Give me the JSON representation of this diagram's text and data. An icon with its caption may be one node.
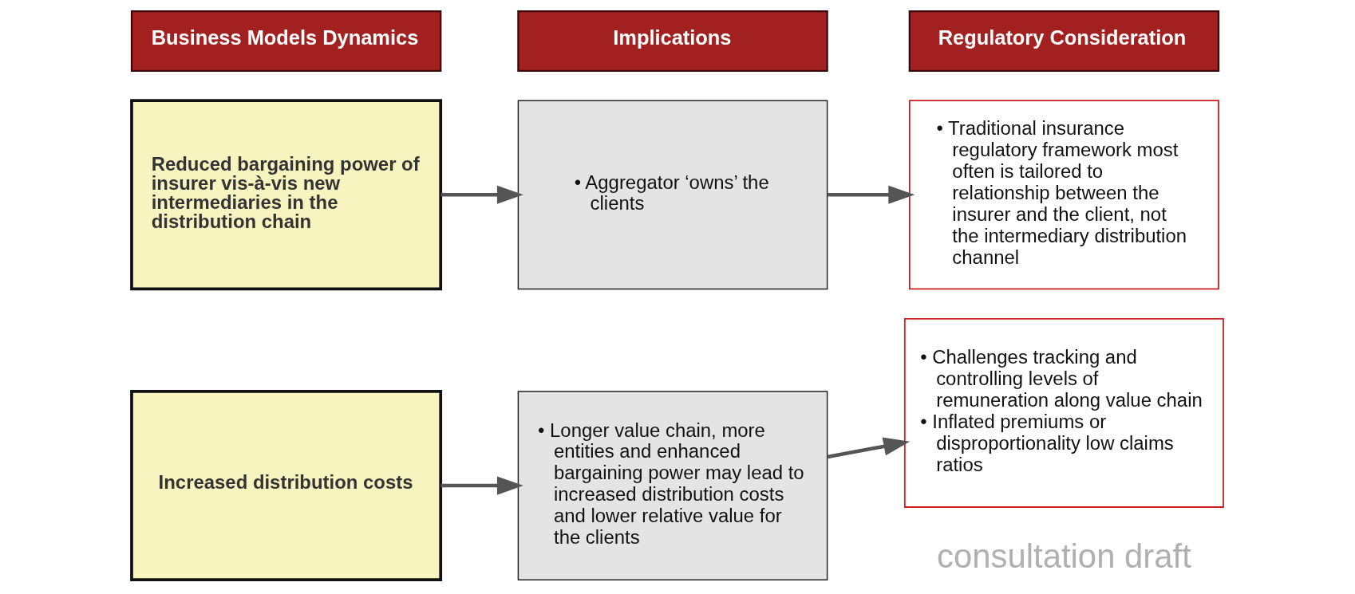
{
  "diagram": {
    "nodes": [
      {
        "text": [
          "Business Models Dynamics"
        ]
      },
      {
        "text": [
          "Implications"
        ]
      },
      {
        "text": [
          "Regulatory Consideration"
        ]
      },
      {
        "text": [
          "Reduced bargaining power of insurer vis-à-vis new intermediaries in the distribution chain"
        ]
      },
      {
        "text": [
          "• Aggregator ‘owns’ the clients"
        ]
      },
      {
        "text": [
          "• Traditional insurance regulatory framework most often is tailored to relationship between the insurer and the client, not the intermediary distribution channel"
        ]
      },
      {
        "text": [
          "Increased distribution costs"
        ]
      },
      {
        "text": [
          "• Longer value chain, more entities and enhanced bargaining power may lead to increased distribution costs and lower relative value for the clients"
        ]
      },
      {
        "text": [
          "• Challenges tracking and controlling levels of remuneration along value chain",
          "• Inflated premiums or disproportionality low claims ratios"
        ]
      }
    ],
    "edges": [
      {
        "from": 3,
        "to": 4,
        "arrow": "to"
      },
      {
        "from": 4,
        "to": 5,
        "arrow": "to"
      },
      {
        "from": 6,
        "to": 7,
        "arrow": "to"
      },
      {
        "from": 7,
        "to": 8,
        "arrow": "to"
      }
    ],
    "labels": [
      "consultation draft"
    ]
  }
}
